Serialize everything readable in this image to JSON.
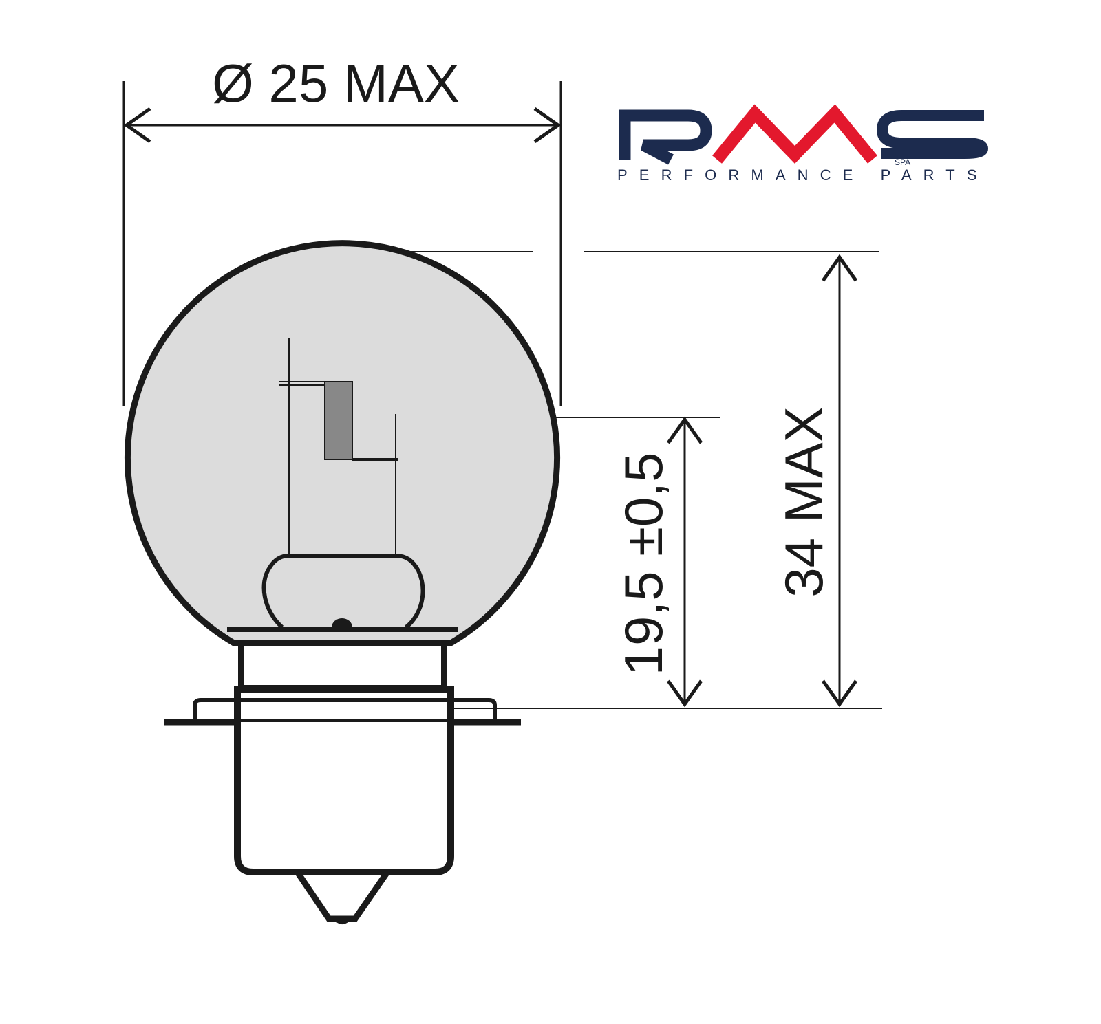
{
  "dimensions": {
    "diameter_label": "Ø 25 MAX",
    "height_label": "34 MAX",
    "focal_label": "19,5 ±0,5"
  },
  "logo": {
    "letter_r": "R",
    "letter_s": "S",
    "suffix": "SPA",
    "tagline": "PERFORMANCE PARTS",
    "navy": "#1c2b4e",
    "red": "#e3182d"
  },
  "colors": {
    "glass": "#dcdcdc",
    "line": "#1a1a1a"
  }
}
